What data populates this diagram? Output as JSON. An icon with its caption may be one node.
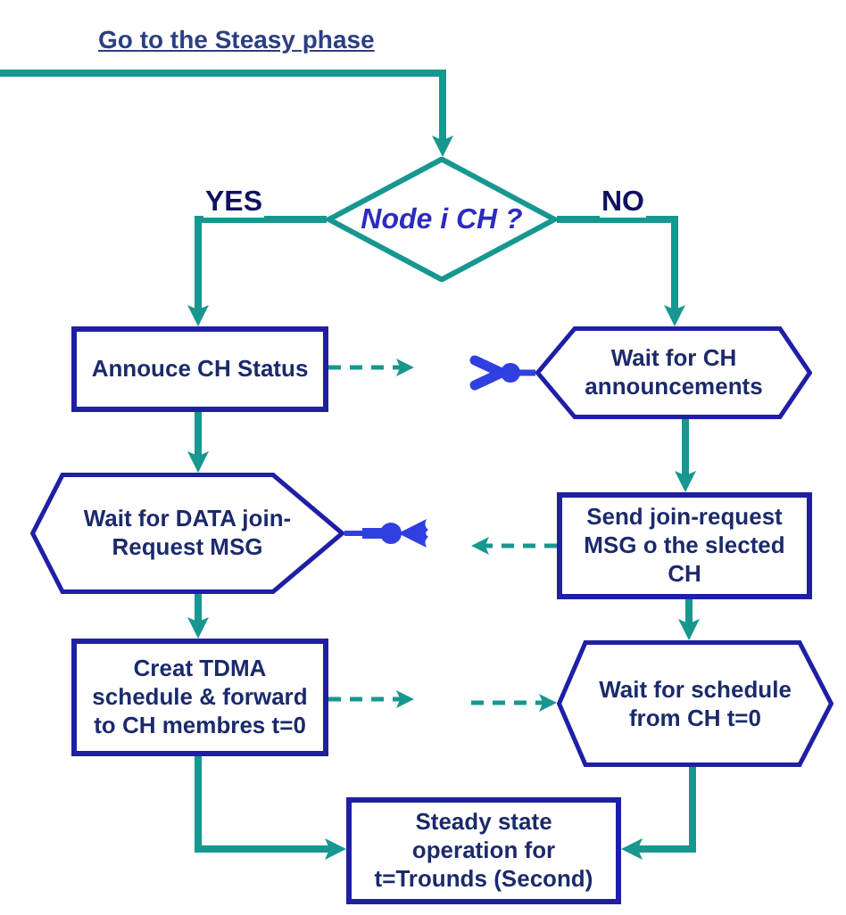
{
  "diagram": {
    "title": "Go to the Steasy phase",
    "nodes": [
      {
        "text": [
          "Node i CH ?"
        ]
      },
      {
        "text": [
          "Annouce CH Status"
        ]
      },
      {
        "text": [
          "Wait for CH announcements"
        ]
      },
      {
        "text": [
          "Wait for DATA join-Request MSG"
        ]
      },
      {
        "text": [
          "Send join-request MSG o the slected CH"
        ]
      },
      {
        "text": [
          "Creat TDMA schedule & forward to CH membres t=0"
        ]
      },
      {
        "text": [
          "Wait for schedule from CH t=0"
        ]
      },
      {
        "text": [
          "Steady state operation for t=Trounds (Second)"
        ]
      }
    ],
    "edges": [
      {
        "from": null,
        "to": 0,
        "arrow": "to"
      },
      {
        "from": 0,
        "to": 1,
        "arrow": "to",
        "label": "YES"
      },
      {
        "from": 0,
        "to": 2,
        "arrow": "to",
        "label": "NO"
      },
      {
        "from": 1,
        "to": null,
        "arrow": "to",
        "style": "dashed"
      },
      {
        "from": 1,
        "to": 3,
        "arrow": "to"
      },
      {
        "from": 2,
        "to": 4,
        "arrow": "to"
      },
      {
        "from": 4,
        "to": null,
        "arrow": "to",
        "style": "dashed"
      },
      {
        "from": 3,
        "to": 5,
        "arrow": "to"
      },
      {
        "from": 4,
        "to": 6,
        "arrow": "to"
      },
      {
        "from": 5,
        "to": null,
        "arrow": "to",
        "style": "dashed"
      },
      {
        "from": null,
        "to": 6,
        "arrow": "to",
        "style": "dashed"
      },
      {
        "from": 5,
        "to": 7,
        "arrow": "to"
      },
      {
        "from": 6,
        "to": 7,
        "arrow": "to"
      }
    ]
  }
}
